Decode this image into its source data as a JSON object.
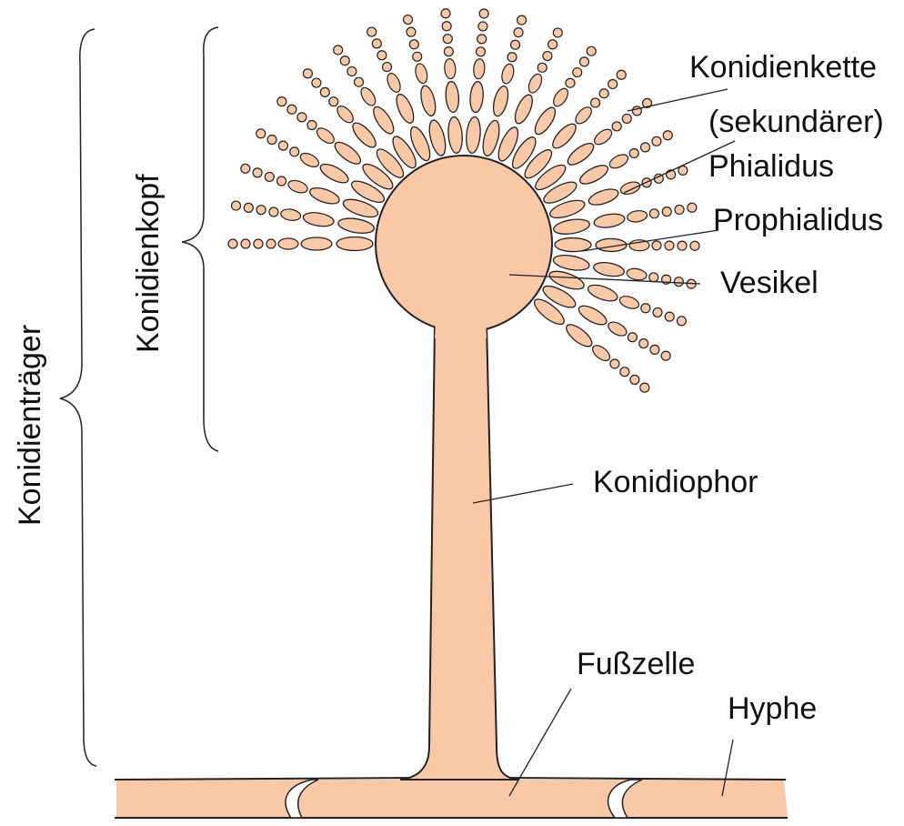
{
  "labels": {
    "konidienkette": "Konidienkette",
    "sekundaerer": "(sekundärer)",
    "phialidus": "Phialidus",
    "prophialidus": "Prophialidus",
    "vesikel": "Vesikel",
    "konidiophor": "Konidiophor",
    "fusszelle": "Fußzelle",
    "hyphe": "Hyphe",
    "konidienkopf": "Konidienkopf",
    "konidientraeger": "Konidienträger"
  },
  "colors": {
    "fill": "#f9c8a7",
    "stroke": "#222222"
  }
}
